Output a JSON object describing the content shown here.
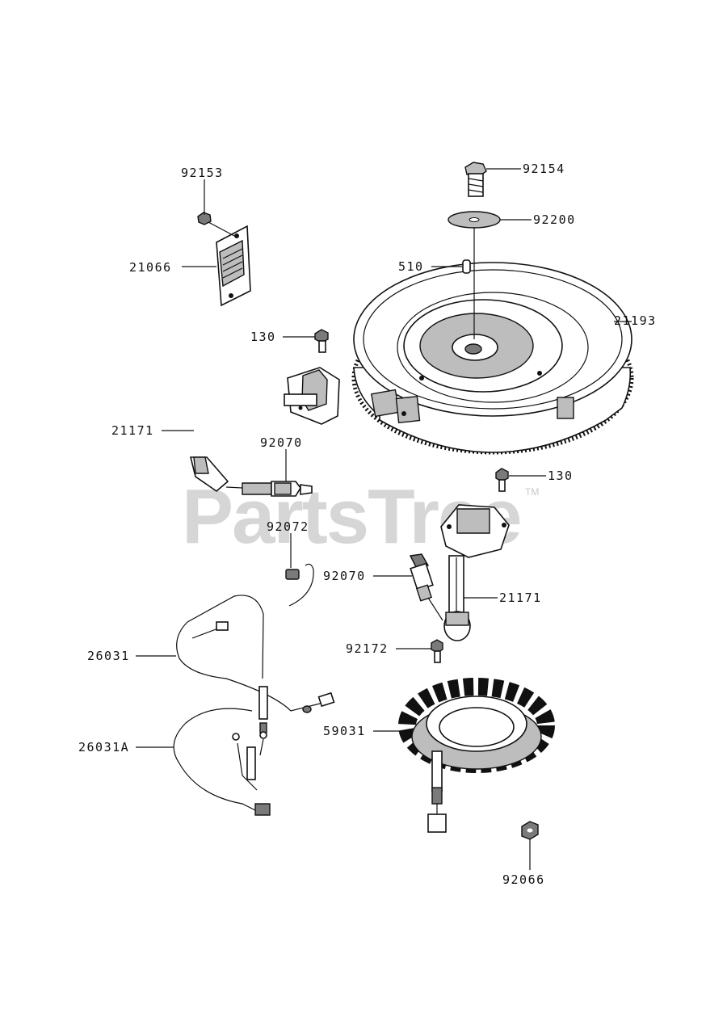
{
  "watermark": {
    "text": "PartsTree",
    "trademark": "TM"
  },
  "labels": {
    "p92153": "92153",
    "p21066": "21066",
    "p92154": "92154",
    "p92200": "92200",
    "p510": "510",
    "p21193": "21193",
    "p130_top": "130",
    "p21171_left": "21171",
    "p92070_left": "92070",
    "p130_right": "130",
    "p92072": "92072",
    "p92070_right": "92070",
    "p21171_right": "21171",
    "p26031": "26031",
    "p92172": "92172",
    "p59031": "59031",
    "p26031A": "26031A",
    "p92066": "92066"
  },
  "icons": [
    "bolt-icon",
    "washer-icon",
    "key-icon",
    "flywheel-icon",
    "regulator-icon",
    "ignition-coil-icon",
    "spark-plug-icon",
    "wire-clip-icon",
    "harness-icon",
    "stator-icon",
    "nut-icon"
  ]
}
